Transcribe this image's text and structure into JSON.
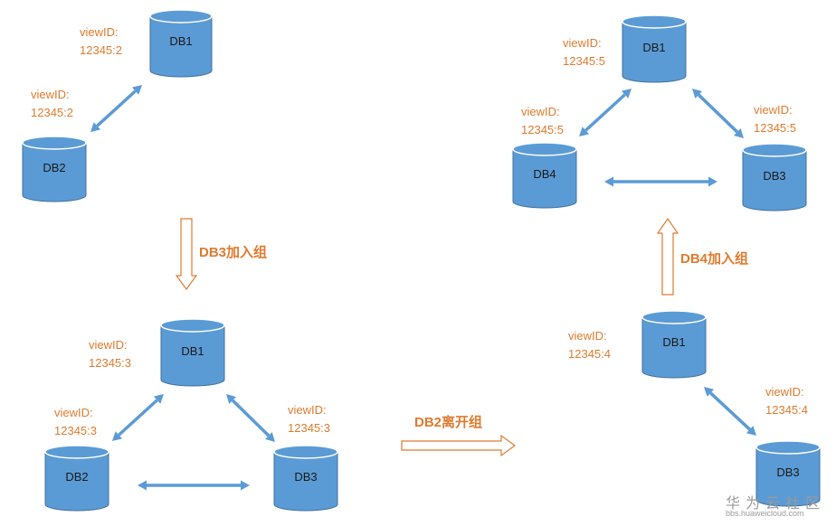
{
  "colors": {
    "db": "#5B9BD5",
    "db_edge": "#41719C",
    "accent": "#E07A2E",
    "link": "#5B9BD5"
  },
  "icons": [
    "database-icon",
    "double-arrow-icon",
    "hollow-arrow-icon"
  ],
  "stage1": {
    "db1": {
      "name": "DB1",
      "view": "viewID:\n12345:2"
    },
    "db2": {
      "name": "DB2",
      "view": "viewID:\n12345:2"
    }
  },
  "transition1": "DB3加入组",
  "stage2": {
    "db1": {
      "name": "DB1",
      "view": "viewID:\n12345:3"
    },
    "db2": {
      "name": "DB2",
      "view": "viewID:\n12345:3"
    },
    "db3": {
      "name": "DB3",
      "view": "viewID:\n12345:3"
    }
  },
  "transition2": "DB2离开组",
  "stage3": {
    "db1": {
      "name": "DB1",
      "view": "viewID:\n12345:4"
    },
    "db3": {
      "name": "DB3",
      "view": "viewID:\n12345:4"
    }
  },
  "transition3": "DB4加入组",
  "stage4": {
    "db1": {
      "name": "DB1",
      "view": "viewID:\n12345:5"
    },
    "db4": {
      "name": "DB4",
      "view": "viewID:\n12345:5"
    },
    "db3": {
      "name": "DB3",
      "view": "viewID:\n12345:5"
    }
  },
  "watermark": {
    "brand": "华为云社区",
    "url": "bbs.huaweicloud.com"
  }
}
